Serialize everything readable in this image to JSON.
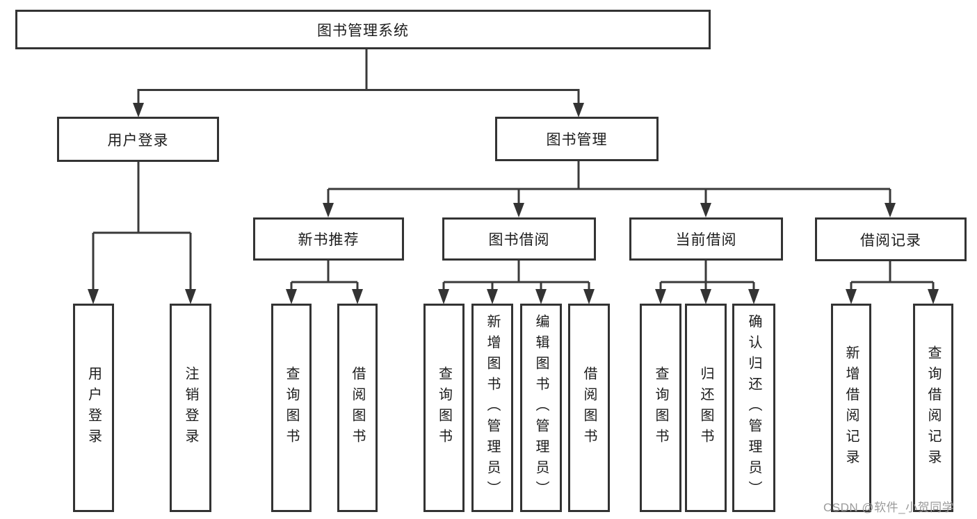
{
  "tree": {
    "root": "图书管理系统",
    "user_login": {
      "label": "用户登录",
      "children": [
        "用户登录",
        "注销登录"
      ]
    },
    "book_mgmt": {
      "label": "图书管理",
      "sections": [
        {
          "label": "新书推荐",
          "children": [
            "查询图书",
            "借阅图书"
          ]
        },
        {
          "label": "图书借阅",
          "children": [
            "查询图书",
            "新增图书（管理员）",
            "编辑图书（管理员）",
            "借阅图书"
          ]
        },
        {
          "label": "当前借阅",
          "children": [
            "查询图书",
            "归还图书",
            "确认归还（管理员）"
          ]
        },
        {
          "label": "借阅记录",
          "children": [
            "新增借阅记录",
            "查询借阅记录"
          ]
        }
      ]
    }
  },
  "watermark": {
    "text": "CSDN @软件_小贺同学"
  },
  "colors": {
    "line": "#3a3a3a",
    "text": "#1c1c1c",
    "watermark": "#9b9b9b",
    "background": "#ffffff"
  }
}
